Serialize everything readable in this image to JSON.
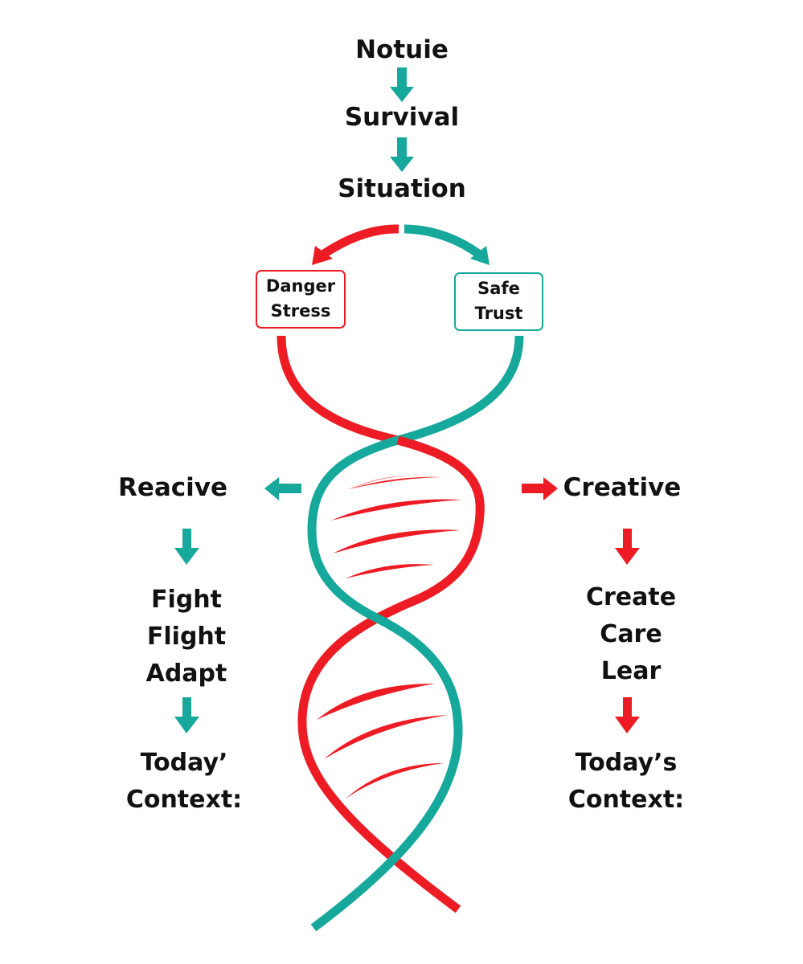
{
  "colors": {
    "red": "#ED1C24",
    "teal": "#17A89C",
    "text": "#111111"
  },
  "flow": {
    "top": [
      "Notuie",
      "Survival",
      "Situation"
    ]
  },
  "branches": {
    "danger": {
      "line1": "Danger",
      "line2": "Stress"
    },
    "safe": {
      "line1": "Safe",
      "line2": "Trust"
    }
  },
  "left": {
    "title": "Reacive",
    "responses": [
      "Fight",
      "Flight",
      "Adapt"
    ],
    "context": [
      "Today’",
      "Context:"
    ]
  },
  "right": {
    "title": "Creative",
    "responses": [
      "Create",
      "Care",
      "Lear"
    ],
    "context": [
      "Today’s",
      "Context:"
    ]
  },
  "icons": {
    "down_arrow": "arrow-down-icon",
    "left_arrow": "arrow-left-icon",
    "right_arrow": "arrow-right-icon",
    "helix": "dna-helix-icon"
  }
}
